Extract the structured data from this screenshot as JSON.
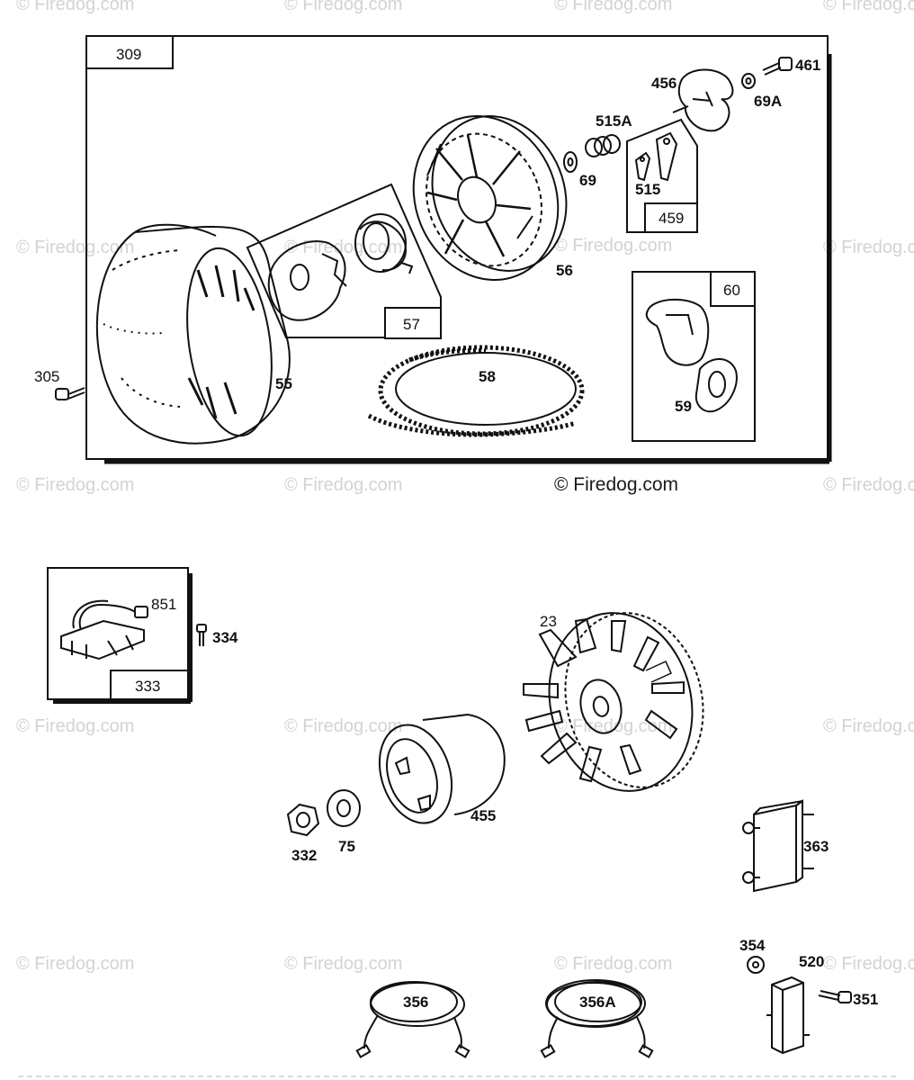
{
  "watermark": "© Firedog.com",
  "credit": "© Firedog.com",
  "parts": {
    "p309": "309",
    "p456": "456",
    "p461": "461",
    "p69a": "69A",
    "p515a": "515A",
    "p69": "69",
    "p515": "515",
    "p459": "459",
    "p56": "56",
    "p57": "57",
    "p60": "60",
    "p305": "305",
    "p55": "55",
    "p58": "58",
    "p59": "59",
    "p851": "851",
    "p334": "334",
    "p333": "333",
    "p23": "23",
    "p455": "455",
    "p332": "332",
    "p75": "75",
    "p363": "363",
    "p354": "354",
    "p520": "520",
    "p351": "351",
    "p356": "356",
    "p356a": "356A"
  }
}
